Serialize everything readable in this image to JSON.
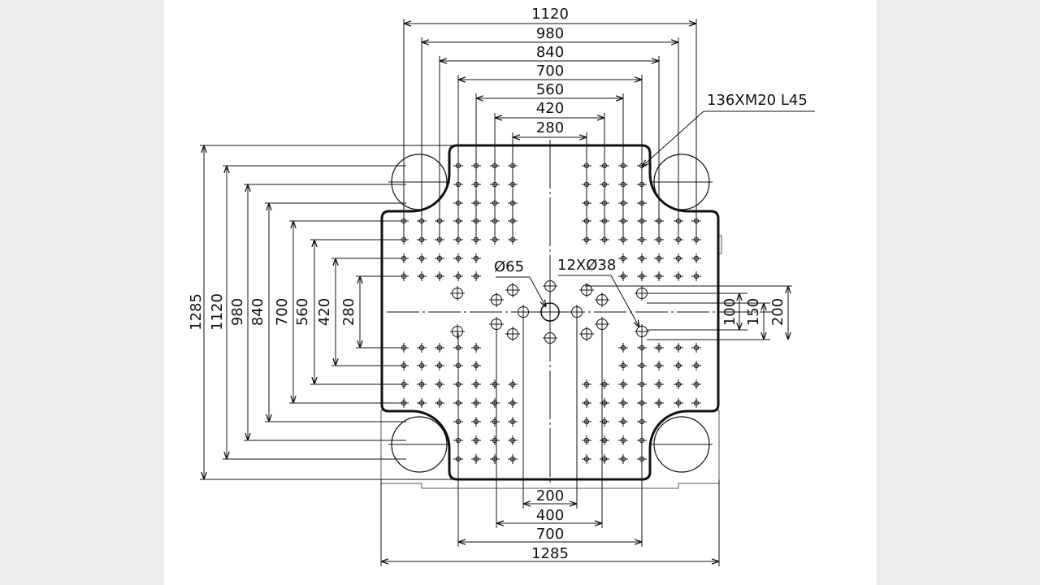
{
  "top_dimensions": [
    "1120",
    "980",
    "840",
    "700",
    "560",
    "420",
    "280"
  ],
  "left_dimensions": [
    "1285",
    "1120",
    "980",
    "840",
    "700",
    "560",
    "420",
    "280"
  ],
  "right_dimensions": [
    "100",
    "150",
    "200"
  ],
  "bottom_dimensions": [
    "200",
    "400",
    "700",
    "1285"
  ],
  "callouts": {
    "thread_holes": "136XM20 L45",
    "center_hole": "Ø65",
    "ejector_holes": "12XØ38"
  },
  "colors": {
    "background": "#ececec",
    "sheet": "#ffffff",
    "line": "#111111"
  }
}
